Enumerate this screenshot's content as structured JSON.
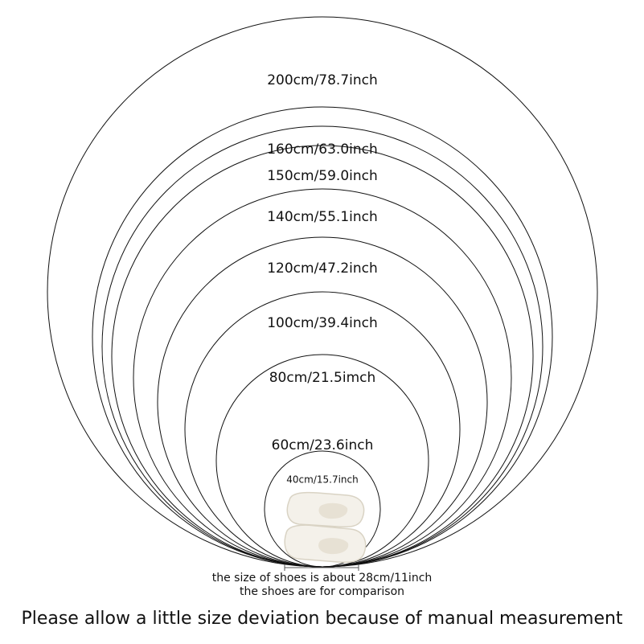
{
  "rings": [
    {
      "label": "200cm/78.7inch"
    },
    {
      "label": "160cm/63.0inch"
    },
    {
      "label": "150cm/59.0inch"
    },
    {
      "label": "140cm/55.1inch"
    },
    {
      "label": "120cm/47.2inch"
    },
    {
      "label": "100cm/39.4inch"
    },
    {
      "label": "80cm/21.5imch"
    },
    {
      "label": "60cm/23.6inch"
    },
    {
      "label": "40cm/15.7inch"
    }
  ],
  "shoe_note": "the size of shoes is about 28cm/11inch",
  "comparison_note": "the shoes are for comparison",
  "footer": "Please allow a little size deviation because of manual measurement",
  "colors": {
    "outline": "#111111",
    "shoe": "#f4f1ea",
    "shoe_shadow": "#d9d3c4"
  }
}
